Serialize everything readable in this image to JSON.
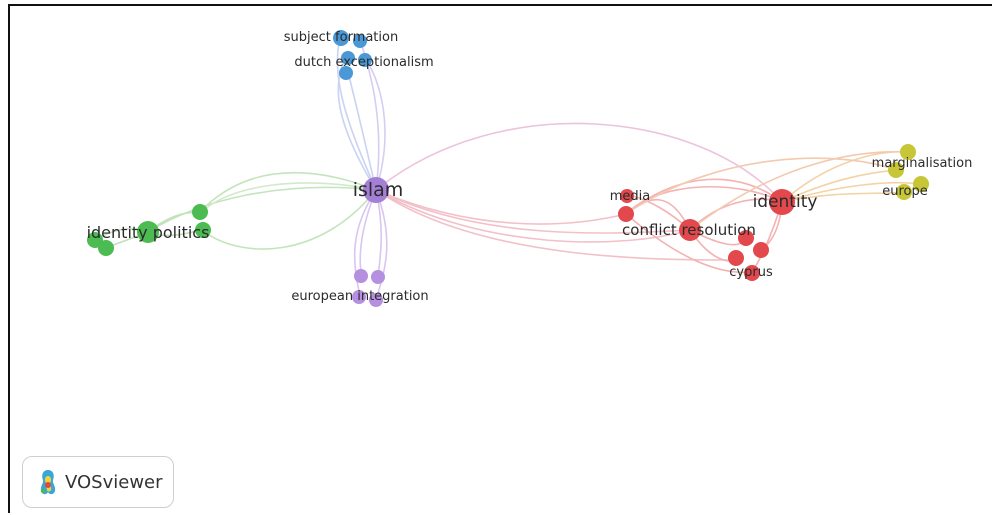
{
  "logo": {
    "text": "VOSviewer",
    "icon": "vosviewer-logo-icon"
  },
  "colors": {
    "purple": "#a47fd6",
    "blue": "#4a98d6",
    "green": "#4cbb52",
    "red": "#e2484c",
    "yellow": "#c6c636",
    "edge_purple": "#d8c6f0",
    "edge_blue": "#c7d4f0",
    "edge_green": "#bfe2b8",
    "edge_red": "#f4b9b9",
    "edge_yellow": "#f0d9a0"
  },
  "labels": {
    "islam": "islam",
    "subject_formation": "subject formation",
    "dutch_exceptionalism": "dutch exceptionalism",
    "identity_politics": "identity politics",
    "european_integration": "european integration",
    "media": "media",
    "conflict_resolution": "conflict resolution",
    "identity": "identity",
    "cyprus": "cyprus",
    "marginalisation": "marginalisation",
    "europe": "europe"
  }
}
